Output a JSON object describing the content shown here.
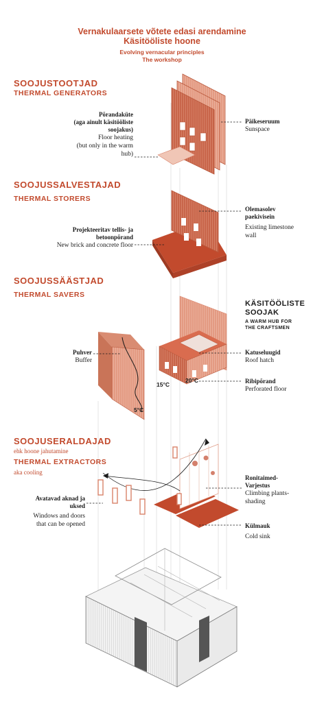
{
  "header": {
    "title_line1": "Vernakulaarsete võtete edasi arendamine",
    "title_line2": "Käsitööliste hoone",
    "subtitle_line1": "Evolving vernacular principles",
    "subtitle_line2": "The workshop"
  },
  "sections": {
    "generators": {
      "title_et": "SOOJUSTOOTJAD",
      "title_en": "THERMAL GENERATORS",
      "floor_heating_et_1": "Põrandaküte",
      "floor_heating_et_2": "(aga ainult käsitööliste",
      "floor_heating_et_3": "soojakus)",
      "floor_heating_en_1": "Floor heating",
      "floor_heating_en_2": "(but only in the warm",
      "floor_heating_en_3": "hub)",
      "sunspace_et": "Päikeseruum",
      "sunspace_en": "Sunspace"
    },
    "storers": {
      "title_et": "SOOJUSSALVESTAJAD",
      "title_en": "THERMAL STORERS",
      "floor_et_1": "Projekteeritav tellis- ja",
      "floor_et_2": "betoonpõrand",
      "floor_en": "New brick and concrete floor",
      "limestone_et_1": "Olemasolev",
      "limestone_et_2": "paekivisein",
      "limestone_en_1": "Existing limestone",
      "limestone_en_2": "wall"
    },
    "savers": {
      "title_et": "SOOJUSSÄÄSTJAD",
      "title_en": "THERMAL SAVERS",
      "hub_et_1": "KÄSITÖÖLISTE",
      "hub_et_2": "SOOJAK",
      "hub_en_1": "A WARM HUB FOR",
      "hub_en_2": "THE CRAFTSMEN",
      "buffer_et": "Puhver",
      "buffer_en": "Buffer",
      "hatch_et": "Katuseluugid",
      "hatch_en": "Roof hatch",
      "perforated_et": "Ribipõrand",
      "perforated_en": "Perforated floor",
      "temp_15": "15°C",
      "temp_20": "20°C",
      "temp_5": "5°C"
    },
    "extractors": {
      "title_et": "SOOJUSERALDAJAD",
      "note_et": "ehk hoone jahutamine",
      "title_en": "THERMAL EXTRACTORS",
      "note_en": "aka cooling",
      "windows_et_1": "Avatavad aknad  ja",
      "windows_et_2": "uksed",
      "windows_en_1": "Windows and doors",
      "windows_en_2": "that can be opened",
      "plants_et_1": "Ronitaimed-",
      "plants_et_2": "Varjestus",
      "plants_en_1": "Climbing plants-",
      "plants_en_2": "shading",
      "coldsink_et": "Külmauk",
      "coldsink_en": "Cold sink"
    }
  },
  "colors": {
    "accent": "#c24a2d",
    "terracotta": "#d9826a",
    "terracotta_light": "#eab09d",
    "terracotta_dark": "#b8563a",
    "grey_dark": "#555555"
  }
}
